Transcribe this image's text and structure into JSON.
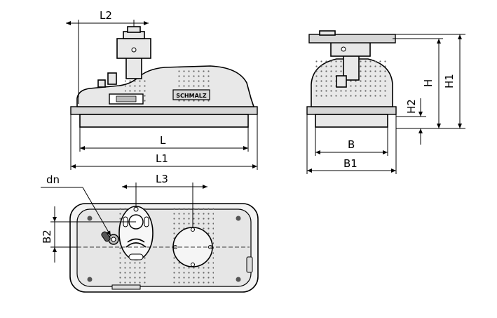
{
  "dimensions": {
    "L2": "L2",
    "L": "L",
    "L1": "L1",
    "H": "H",
    "H1": "H1",
    "H2": "H2",
    "B": "B",
    "B1": "B1",
    "L3": "L3",
    "B2": "B2",
    "dn": "dn"
  },
  "logo_text": "SCHMALZ",
  "colors": {
    "body": "#e8e8e8",
    "plate": "#d6d6d6",
    "line": "#000000"
  }
}
